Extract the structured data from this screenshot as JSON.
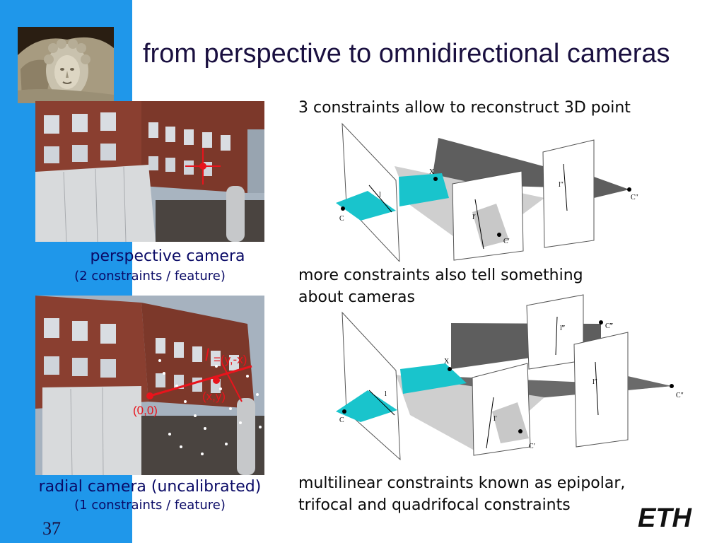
{
  "title": "from perspective to omnidirectional cameras",
  "slide_number": "37",
  "left": {
    "top_caption": {
      "main": "perspective camera",
      "sub": "(2 constraints / feature)"
    },
    "bottom_caption": {
      "main": "radial camera (uncalibrated)",
      "sub": "(1 constraints / feature)"
    },
    "bottom_overlay": {
      "line_label_italic": "l",
      "line_label_rest": "=(y,-x)",
      "point_label": "(x,y)",
      "origin_label": "(0,0)"
    }
  },
  "right": {
    "text1": "3 constraints allow to reconstruct 3D point",
    "text2_line1": "more constraints also tell something",
    "text2_line2": "about cameras",
    "text3_line1": "multilinear constraints known as epipolar,",
    "text3_line2": "trifocal and quadrifocal constraints",
    "diagram1": {
      "X": "X",
      "C": "C",
      "l": "l",
      "l1": "l′",
      "C1": "C′",
      "l2": "l″",
      "C2": "C″"
    },
    "diagram2": {
      "X": "X",
      "C": "C",
      "l": "l",
      "l1": "l′",
      "C1": "C′",
      "l2": "l″",
      "C2": "C″",
      "l3": "l‴",
      "C3": "C‴"
    }
  },
  "logo": {
    "text": "ETH"
  },
  "colors": {
    "sidebar": "#1f97ea",
    "accent_red": "#e8141c",
    "plane_cyan": "#19c4cc"
  },
  "icons": {
    "logo": "medusa-relief-logo",
    "brand": "eth-logo"
  }
}
